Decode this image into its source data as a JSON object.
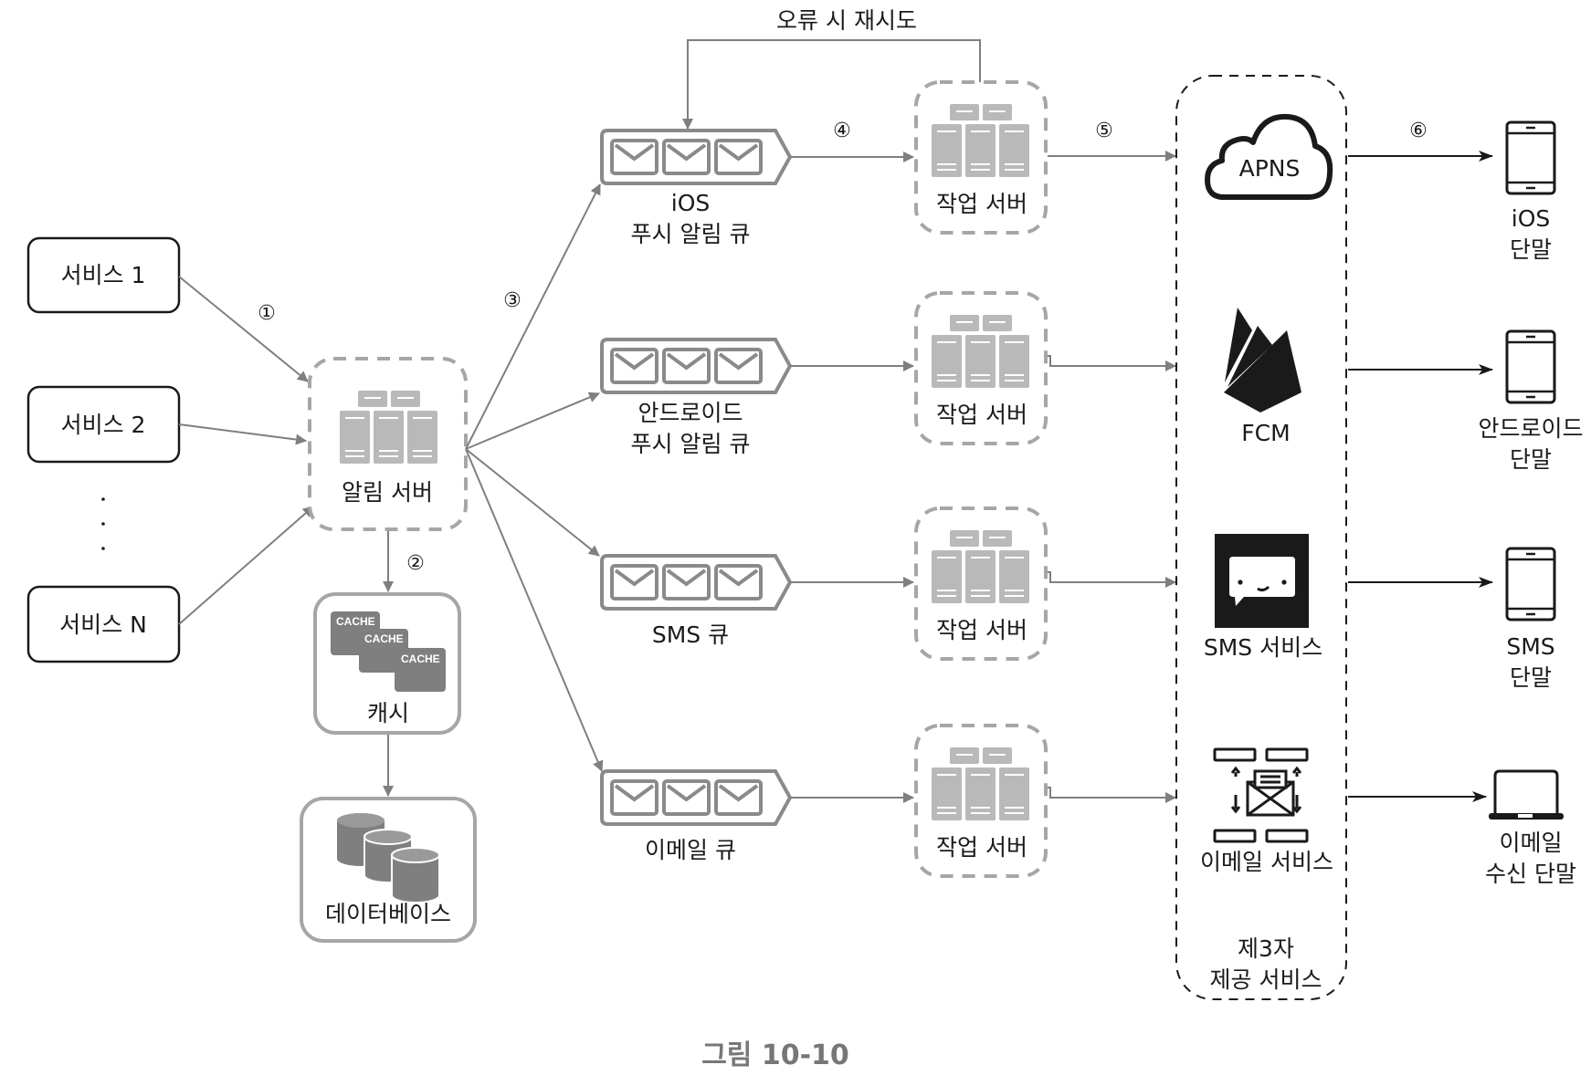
{
  "diagram": {
    "caption": "그림 10-10",
    "retry_label": "오류 시 재시도",
    "services": [
      {
        "label": "서비스 1"
      },
      {
        "label": "서비스 2"
      },
      {
        "label": "서비스 N"
      }
    ],
    "ellipsis": "⋮",
    "notification_server": {
      "label": "알림 서버"
    },
    "cache": {
      "label": "캐시",
      "tiles": [
        "CACHE",
        "CACHE",
        "CACHE"
      ]
    },
    "database": {
      "label": "데이터베이스"
    },
    "step_labels": [
      "①",
      "②",
      "③",
      "④",
      "⑤",
      "⑥"
    ],
    "queues": [
      {
        "line1": "iOS",
        "line2": "푸시 알림 큐"
      },
      {
        "line1": "안드로이드",
        "line2": "푸시 알림 큐"
      },
      {
        "line1": "SMS 큐",
        "line2": ""
      },
      {
        "line1": "이메일 큐",
        "line2": ""
      }
    ],
    "workers": [
      {
        "label": "작업 서버"
      },
      {
        "label": "작업 서버"
      },
      {
        "label": "작업 서버"
      },
      {
        "label": "작업 서버"
      }
    ],
    "third_party": {
      "line1": "제3자",
      "line2": "제공 서비스",
      "providers": [
        {
          "label": "APNS",
          "icon": "cloud-icon"
        },
        {
          "label": "FCM",
          "icon": "firebase-icon"
        },
        {
          "label": "SMS 서비스",
          "icon": "chat-bubble-icon"
        },
        {
          "label": "이메일 서비스",
          "icon": "email-service-icon"
        }
      ]
    },
    "devices": [
      {
        "line1": "iOS",
        "line2": "단말",
        "icon": "phone-icon"
      },
      {
        "line1": "안드로이드",
        "line2": "단말",
        "icon": "phone-icon"
      },
      {
        "line1": "SMS",
        "line2": "단말",
        "icon": "phone-icon"
      },
      {
        "line1": "이메일",
        "line2": "수신 단말",
        "icon": "laptop-icon"
      }
    ],
    "colors": {
      "edge_gray": "#7f7f7f",
      "icon_gray": "#b9b9b9",
      "dashed_gray": "#a6a6a6",
      "black": "#1a1a1a",
      "caption_gray": "#777777"
    }
  }
}
